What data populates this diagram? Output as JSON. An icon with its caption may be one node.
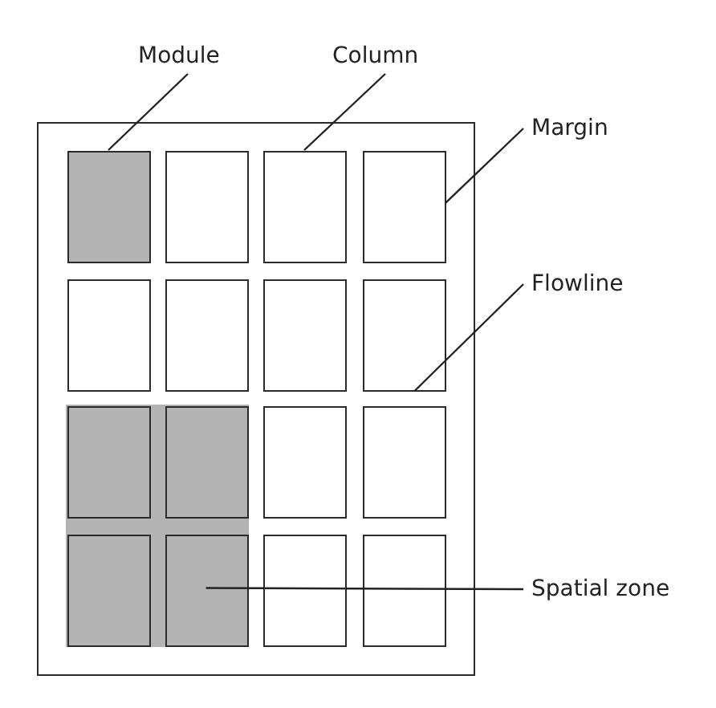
{
  "diagram": {
    "nodes": [
      {
        "text": [
          "Module"
        ]
      },
      {
        "text": [
          "Column"
        ]
      },
      {
        "text": [
          "Margin"
        ]
      },
      {
        "text": [
          "Flowline"
        ]
      },
      {
        "text": [
          "Spatial zone"
        ]
      },
      {
        "text": [],
        "shape": "box"
      },
      {
        "text": [],
        "shape": "box",
        "in": 5
      },
      {
        "text": [],
        "shape": "box",
        "in": 5
      },
      {
        "text": [],
        "shape": "box",
        "in": 5
      },
      {
        "text": [],
        "shape": "box",
        "in": 5
      },
      {
        "text": [],
        "shape": "box",
        "in": 5
      },
      {
        "text": [],
        "shape": "box",
        "in": 5
      },
      {
        "text": [],
        "shape": "box",
        "in": 5
      },
      {
        "text": [],
        "shape": "box",
        "in": 5
      },
      {
        "text": [],
        "shape": "box",
        "in": 5
      },
      {
        "text": [],
        "shape": "box",
        "in": 14
      },
      {
        "text": [],
        "shape": "box",
        "in": 14
      },
      {
        "text": [],
        "shape": "box",
        "in": 5
      },
      {
        "text": [],
        "shape": "box",
        "in": 5
      },
      {
        "text": [],
        "shape": "box",
        "in": 14
      },
      {
        "text": [],
        "shape": "box",
        "in": 14
      },
      {
        "text": [],
        "shape": "box",
        "in": 5
      },
      {
        "text": [],
        "shape": "box",
        "in": 5
      }
    ],
    "edges": [
      {
        "from": 0,
        "to": 6,
        "arrow": "none"
      },
      {
        "from": 1,
        "to": 8,
        "arrow": "none"
      },
      {
        "from": 2,
        "to": 9,
        "arrow": "none"
      },
      {
        "from": 3,
        "to": 13,
        "arrow": "none"
      },
      {
        "from": 4,
        "to": 14,
        "arrow": "none"
      }
    ]
  }
}
